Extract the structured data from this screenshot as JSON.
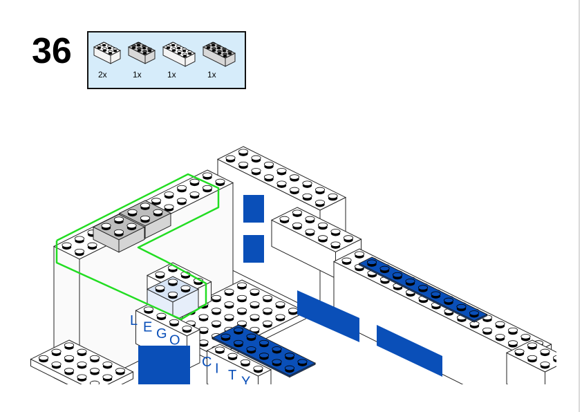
{
  "step": {
    "number": "36"
  },
  "parts_list": [
    {
      "qty": "2x",
      "color": "white",
      "size": "2x3"
    },
    {
      "qty": "1x",
      "color": "light-gray",
      "size": "2x3"
    },
    {
      "qty": "1x",
      "color": "white",
      "size": "2x4"
    },
    {
      "qty": "1x",
      "color": "light-gray",
      "size": "2x4"
    }
  ],
  "model": {
    "printed_tiles_1": [
      "L",
      "E",
      "G",
      "O"
    ],
    "printed_tiles_2": [
      "C",
      "I",
      "T",
      "Y"
    ],
    "colors": {
      "white": "#ffffff",
      "blue": "#0a4fb8",
      "gray": "#bdbdbd",
      "highlight": "#22dd22",
      "trans": "#d7e4f5"
    }
  }
}
